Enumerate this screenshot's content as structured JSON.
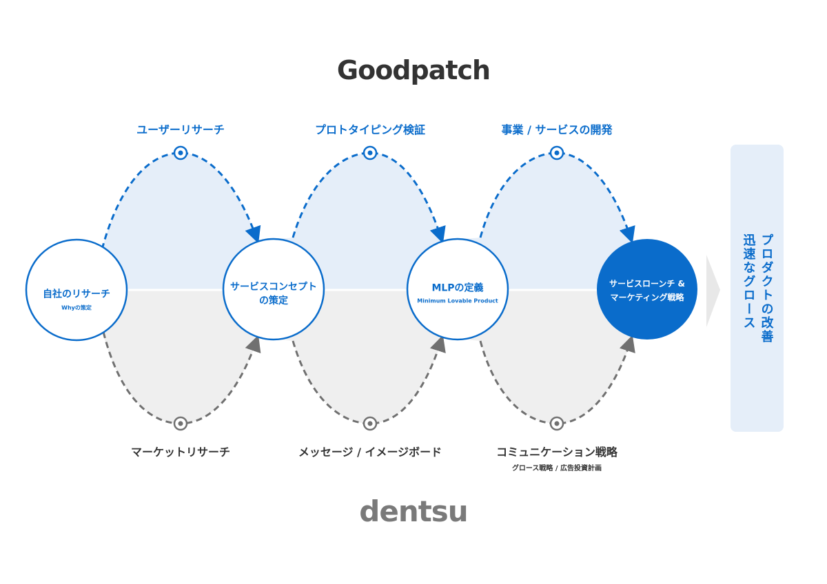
{
  "logos": {
    "top": "Goodpatch",
    "bottom": "dentsu"
  },
  "colors": {
    "blue": "#0a6ccb",
    "light_blue": "#e5eef9",
    "gray": "#707070",
    "light_gray": "#eeeeee"
  },
  "top_labels": [
    "ユーザーリサーチ",
    "プロトタイピング検証",
    "事業 / サービスの開発"
  ],
  "bottom_labels": [
    {
      "main": "マーケットリサーチ"
    },
    {
      "main": "メッセージ / イメージボード"
    },
    {
      "main": "コミュニケーション戦略",
      "sub": "グロース戦略 / 広告投資計画"
    }
  ],
  "stages": [
    {
      "main": "自社のリサーチ",
      "sub": "Whyの策定"
    },
    {
      "main": "サービスコンセプト",
      "main2": "の策定"
    },
    {
      "main": "MLPの定義",
      "sub": "Minimum Lovable Product"
    },
    {
      "main": "サービスローンチ &",
      "main2": "マーケティング戦略"
    }
  ],
  "outcome": {
    "line1": "プロダクトの改善",
    "line2": "迅速なグロース"
  }
}
